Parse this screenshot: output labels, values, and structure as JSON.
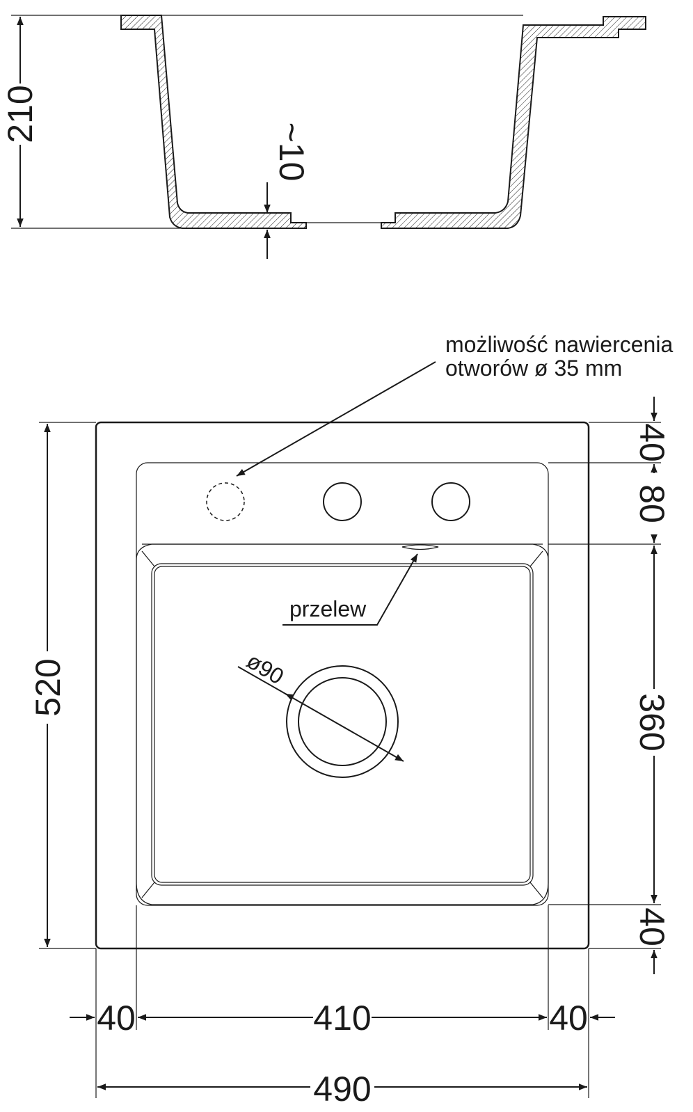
{
  "section_view": {
    "depth_label": "210",
    "wall_label": "~10"
  },
  "plan_view": {
    "note_line1": "możliwość nawiercenia",
    "note_line2": "otworów ø 35 mm",
    "overflow_label": "przelew",
    "drain_label": "ø90",
    "height_label": "520",
    "right_top_label": "40",
    "right_second_label": "80",
    "right_bowl_label": "360",
    "right_bottom_label": "40",
    "bottom_left_label": "40",
    "bottom_mid_label": "410",
    "bottom_right_label": "40",
    "total_width_label": "490"
  },
  "icons": {
    "arrow": "arrow-head-icon"
  },
  "colors": {
    "ink": "#1a1a1a",
    "background": "#ffffff"
  }
}
